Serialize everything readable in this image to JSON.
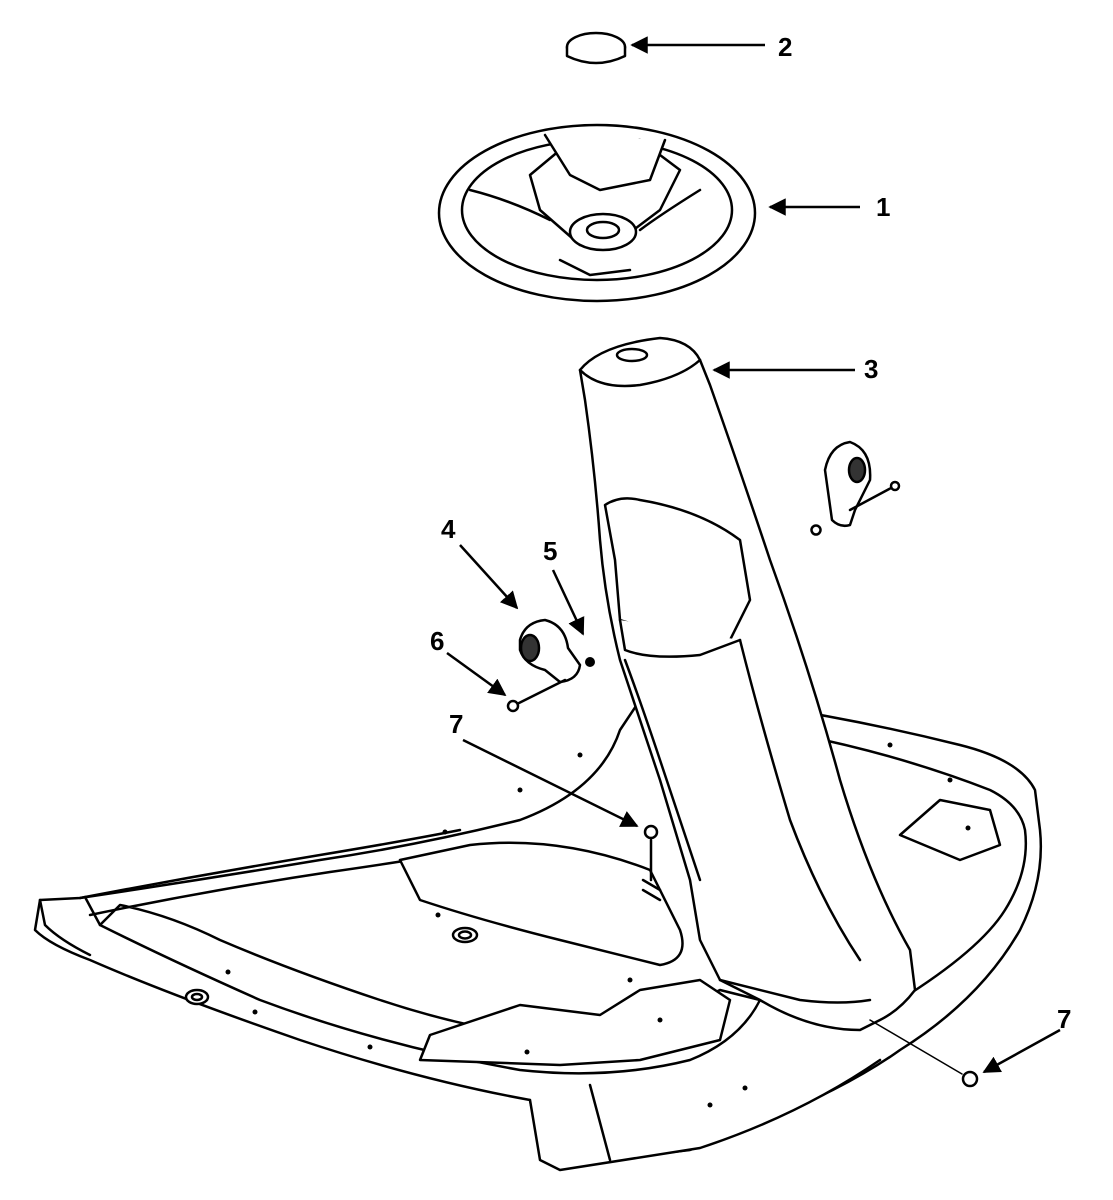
{
  "callouts": [
    {
      "id": "1",
      "label": "1"
    },
    {
      "id": "2",
      "label": "2"
    },
    {
      "id": "3",
      "label": "3"
    },
    {
      "id": "4",
      "label": "4"
    },
    {
      "id": "5",
      "label": "5"
    },
    {
      "id": "6",
      "label": "6"
    },
    {
      "id": "7a",
      "label": "7"
    },
    {
      "id": "7b",
      "label": "7"
    }
  ]
}
